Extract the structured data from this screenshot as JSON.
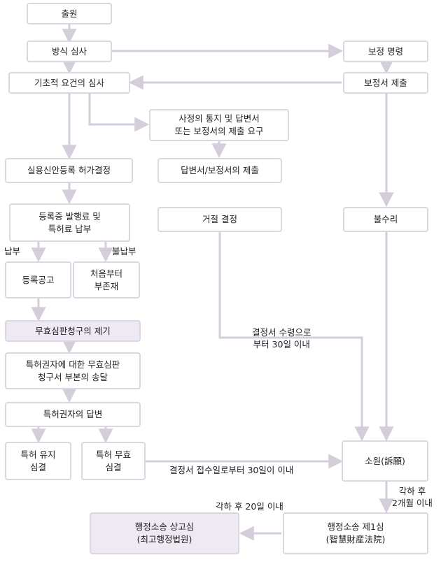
{
  "nodes": {
    "filing": "출원",
    "formal_exam": "방식 심사",
    "amend_order": "보정 명령",
    "basic_req_exam": "기초적 요건의 심사",
    "amend_submit": "보정서 제출",
    "notice_request": "사정의 통지 및 답변서\n또는 보정서의 제출 요구",
    "registration_grant": "실용신안등록 허가결정",
    "response_submit": "답변서/보정서의 제출",
    "fee_payment": "등록증 발행료 및\n특허료 납부",
    "rejection_decision": "거절 결정",
    "non_acceptance": "불수리",
    "reg_announcement": "등록공고",
    "void_ab_initio": "처음부터\n부존재",
    "invalidation_request": "무효심판청구의 제기",
    "copy_service": "특허권자에 대한 무효심판\n청구서 부본의 송달",
    "patentee_response": "특허권자의 답변",
    "maintain_decision": "특허 유지\n심결",
    "invalid_decision": "특허 무효\n심결",
    "petition": "소원(訴願)",
    "supreme_appeal": "행정소송 상고심\n(최고행정법원)",
    "ip_court": "행정소송 제1심\n(智慧財産法院)"
  },
  "labels": {
    "paid": "납부",
    "unpaid": "불납부",
    "decision_receipt": "결정서 수령으로\n부터 30일 이내",
    "ruling_receipt": "결정서 접수일로부터 30일이 이내",
    "dismissal_2m": "각하 후\n2개월 이내",
    "dismissal_20d": "각하 후 20일 이내"
  }
}
